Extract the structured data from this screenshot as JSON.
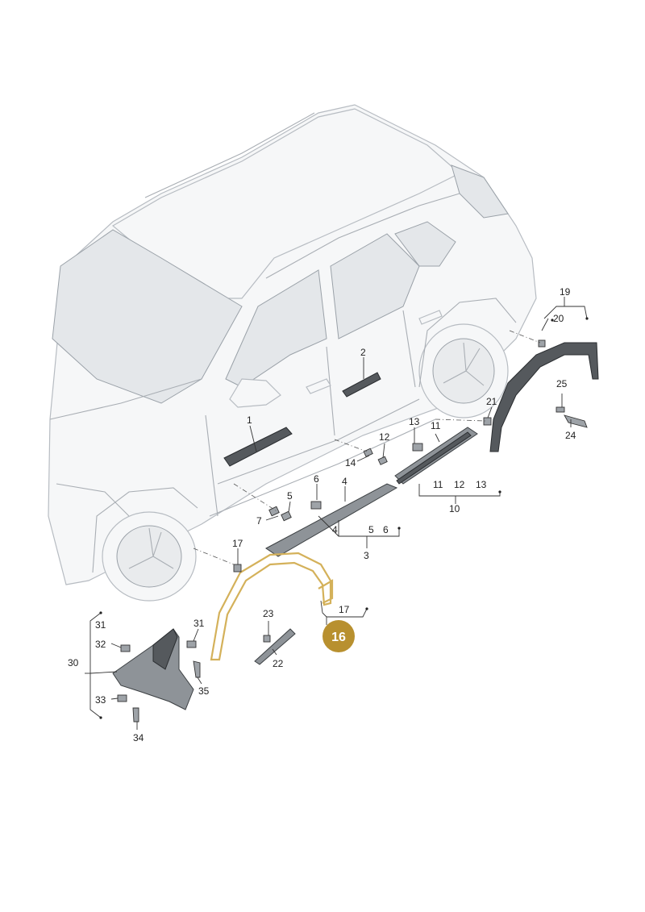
{
  "diagram": {
    "highlight_color": "#b8902f",
    "highlight_label": "16",
    "labels": {
      "l1": "1",
      "l2": "2",
      "l3": "3",
      "l4a": "4",
      "l4b": "4",
      "l5a": "5",
      "l5b": "5",
      "l6a": "6",
      "l6b": "6",
      "l7": "7",
      "l10": "10",
      "l11a": "11",
      "l11b": "11",
      "l12a": "12",
      "l12b": "12",
      "l13a": "13",
      "l13b": "13",
      "l14": "14",
      "l17a": "17",
      "l17b": "17",
      "l19": "19",
      "l20": "20",
      "l21": "21",
      "l22": "22",
      "l23": "23",
      "l24": "24",
      "l25": "25",
      "l30": "30",
      "l31a": "31",
      "l31b": "31",
      "l32": "32",
      "l33": "33",
      "l34": "34",
      "l35": "35"
    }
  }
}
